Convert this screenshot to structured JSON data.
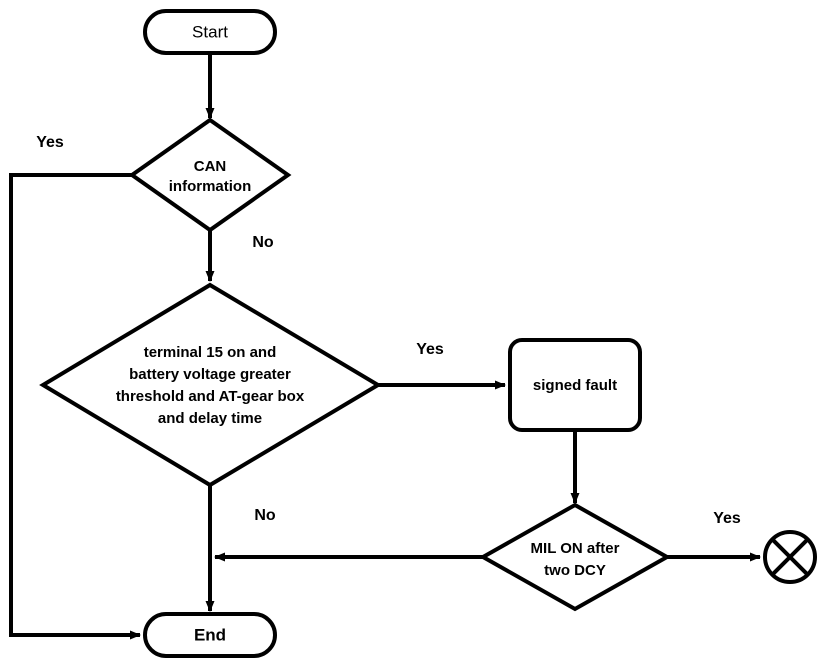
{
  "diagram": {
    "type": "flowchart",
    "title": "MIL fault detection flowchart",
    "background_color": "#ffffff",
    "line_color": "#000000",
    "text_color": "#000000"
  },
  "nodes": {
    "start": {
      "label": "Start",
      "shape": "stadium"
    },
    "can_decision": {
      "label_line1": "CAN",
      "label_line2": "information",
      "shape": "diamond"
    },
    "condition_decision": {
      "label_line1": "terminal 15 on and",
      "label_line2": "battery voltage greater",
      "label_line3": "threshold and AT-gear box",
      "label_line4": "and delay time",
      "shape": "diamond"
    },
    "signed_fault": {
      "label": "signed fault",
      "shape": "rounded-rectangle"
    },
    "mil_decision": {
      "label_line1": "MIL ON after",
      "label_line2": "two DCY",
      "shape": "diamond"
    },
    "lamp": {
      "label": "",
      "shape": "circle-with-x"
    },
    "end": {
      "label": "End",
      "shape": "stadium"
    }
  },
  "edge_labels": {
    "can_yes": "Yes",
    "can_no": "No",
    "condition_yes": "Yes",
    "condition_no": "No",
    "mil_yes": "Yes"
  }
}
